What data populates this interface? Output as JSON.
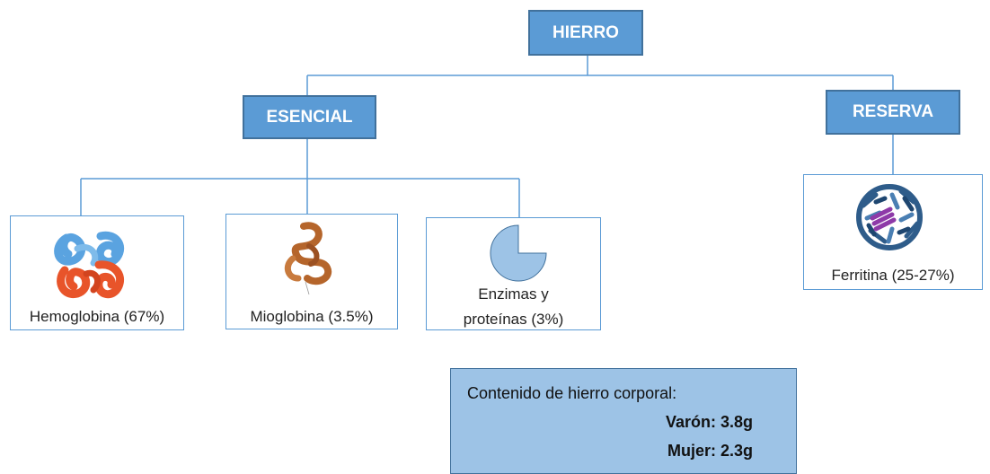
{
  "root": {
    "label": "HIERRO"
  },
  "branches": {
    "essential": {
      "label": "ESENCIAL"
    },
    "reserve": {
      "label": "RESERVA"
    }
  },
  "items": {
    "hemoglobin": {
      "label": "Hemoglobina (67%)"
    },
    "myoglobin": {
      "label": "Mioglobina (3.5%)"
    },
    "enzymes": {
      "line1": "Enzimas y",
      "line2": "proteínas (3%)"
    },
    "ferritin": {
      "label": "Ferritina (25-27%)"
    }
  },
  "info_box": {
    "title": "Contenido de hierro corporal:",
    "male": "Varón: 3.8g",
    "female": "Mujer: 2.3g"
  },
  "colors": {
    "box_fill": "#5B9BD5",
    "box_border": "#41719C",
    "info_fill": "#9DC3E6",
    "hemoglobin_blue": "#5AA3E0",
    "hemoglobin_red": "#E8542A",
    "myoglobin_brown": "#B5652B",
    "ferritin_blue": "#2E5C8A",
    "ferritin_purple": "#8E3AA8"
  }
}
